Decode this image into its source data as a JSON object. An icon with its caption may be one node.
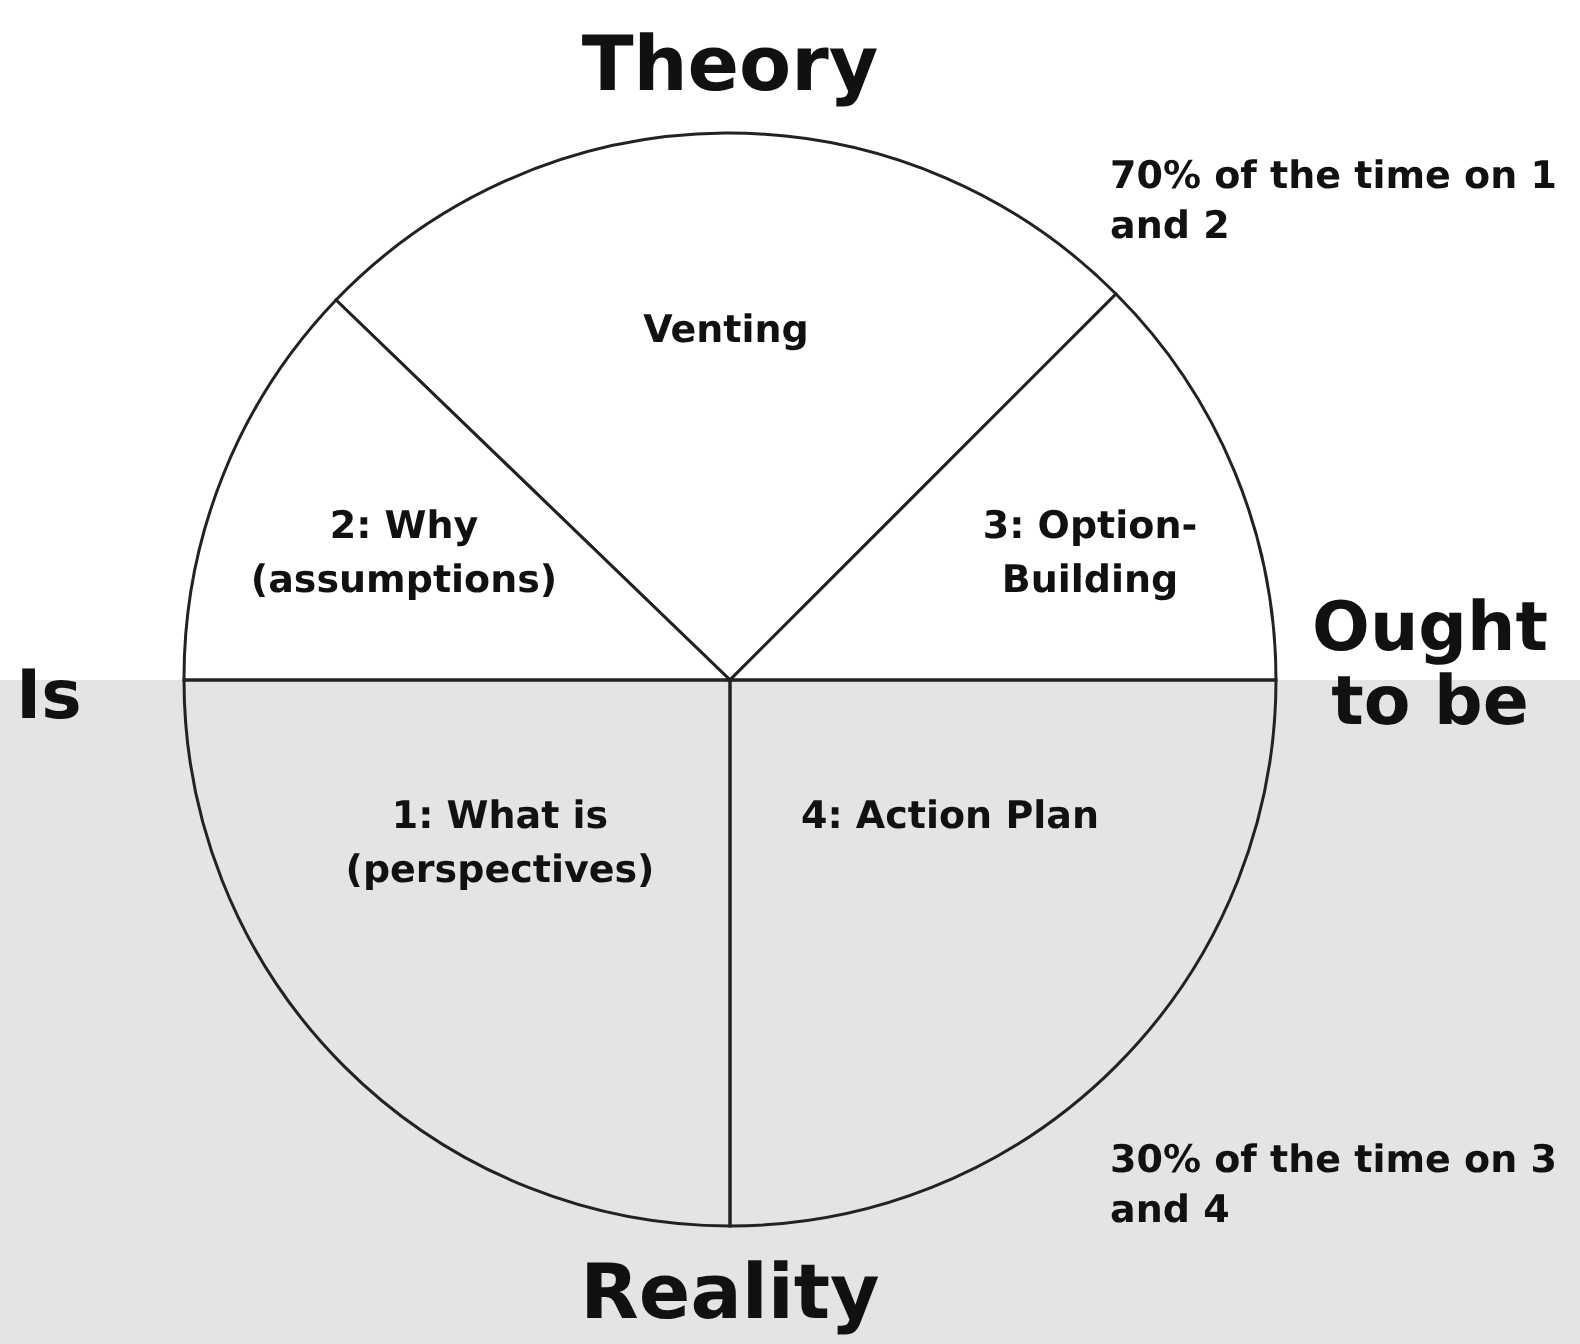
{
  "diagram": {
    "nodes": [
      {
        "text": [
          "Venting"
        ]
      },
      {
        "text": [
          "2: Why (assumptions)"
        ]
      },
      {
        "text": [
          "3: Option-Building"
        ]
      },
      {
        "text": [
          "1: What is (perspectives)"
        ]
      },
      {
        "text": [
          "4: Action Plan"
        ]
      }
    ],
    "labels": [
      "Theory",
      "70% of the time on 1 and 2",
      "Is",
      "Ought to be",
      "30% of the time on 3 and 4",
      "Reality"
    ]
  }
}
